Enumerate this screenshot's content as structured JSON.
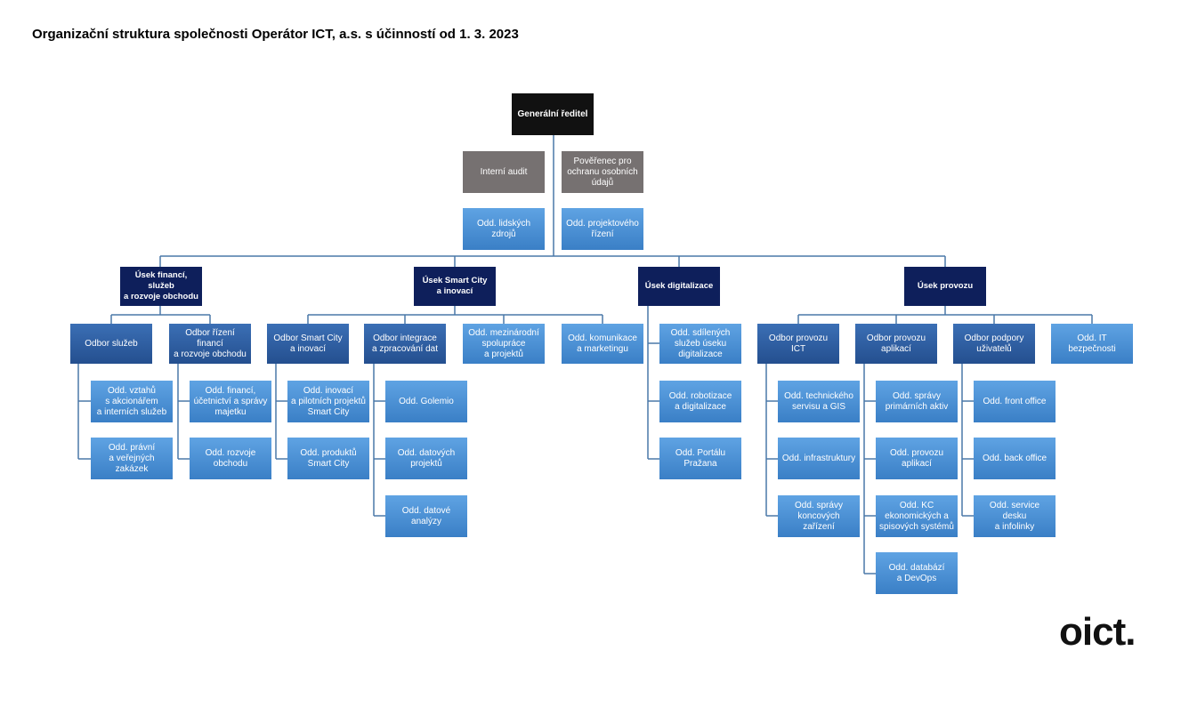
{
  "title": "Organizační struktura společnosti Operátor ICT, a.s. s účinností od 1. 3. 2023",
  "logo_text": "oict.",
  "colors": {
    "line": "#4a78a8",
    "director": "#111111",
    "staff": "#767171",
    "division": "#0e1f5b",
    "department": "#2f5fa0",
    "unit": "#4a90d5"
  },
  "boxes": {
    "gr": "Generální ředitel",
    "audit": "Interní audit",
    "poverenec": "Pověřenec pro\nochranu osobních\núdajů",
    "lidske": "Odd. lidských\nzdrojů",
    "projekt": "Odd. projektového\nřízení",
    "usek_fin": "Úsek financí,\nslužeb\na rozvoje obchodu",
    "usek_sc": "Úsek Smart City\na inovací",
    "usek_dig": "Úsek digitalizace",
    "usek_prov": "Úsek provozu",
    "odbor_sluzeb": "Odbor služeb",
    "odbor_rizeni": "Odbor řízení financí\na rozvoje obchodu",
    "vztahu": "Odd. vztahů\ns akcionářem\na interních služeb",
    "pravni": "Odd. právní\na veřejných\nzakázek",
    "financi": "Odd. financí,\núčetnictví a správy\nmajetku",
    "rozvoje": "Odd. rozvoje\nobchodu",
    "odbor_sc": "Odbor Smart City\na inovací",
    "odbor_integrace": "Odbor integrace\na zpracování dat",
    "mezinarodni": "Odd. mezinárodní\nspolupráce\na projektů",
    "komunikace": "Odd. komunikace\na marketingu",
    "inovaci": "Odd. inovací\na pilotních projektů\nSmart City",
    "produktu": "Odd. produktů\nSmart City",
    "golemio": "Odd. Golemio",
    "datovych": "Odd. datových\nprojektů",
    "datove": "Odd. datové\nanalýzy",
    "sdilenych": "Odd. sdílených\nslužeb úseku\ndigitalizace",
    "robotizace": "Odd. robotizace\na digitalizace",
    "portalu": "Odd. Portálu\nPražana",
    "odbor_ict": "Odbor provozu ICT",
    "odbor_aplikaci": "Odbor provozu\naplikací",
    "odbor_podpory": "Odbor podpory\nuživatelů",
    "it_bezp": "Odd. IT bezpečnosti",
    "technickeho": "Odd. technického\nservisu a GIS",
    "infrastruktury": "Odd. infrastruktury",
    "koncovych": "Odd. správy\nkoncových zařízení",
    "primarnich": "Odd. správy\nprimárních aktiv",
    "provozu_apl": "Odd. provozu\naplikací",
    "kc": "Odd. KC\nekonomických a\nspisových systémů",
    "databazi": "Odd. databází\na DevOps",
    "front": "Odd. front office",
    "back": "Odd. back office",
    "service": "Odd. service desku\na infolinky"
  }
}
